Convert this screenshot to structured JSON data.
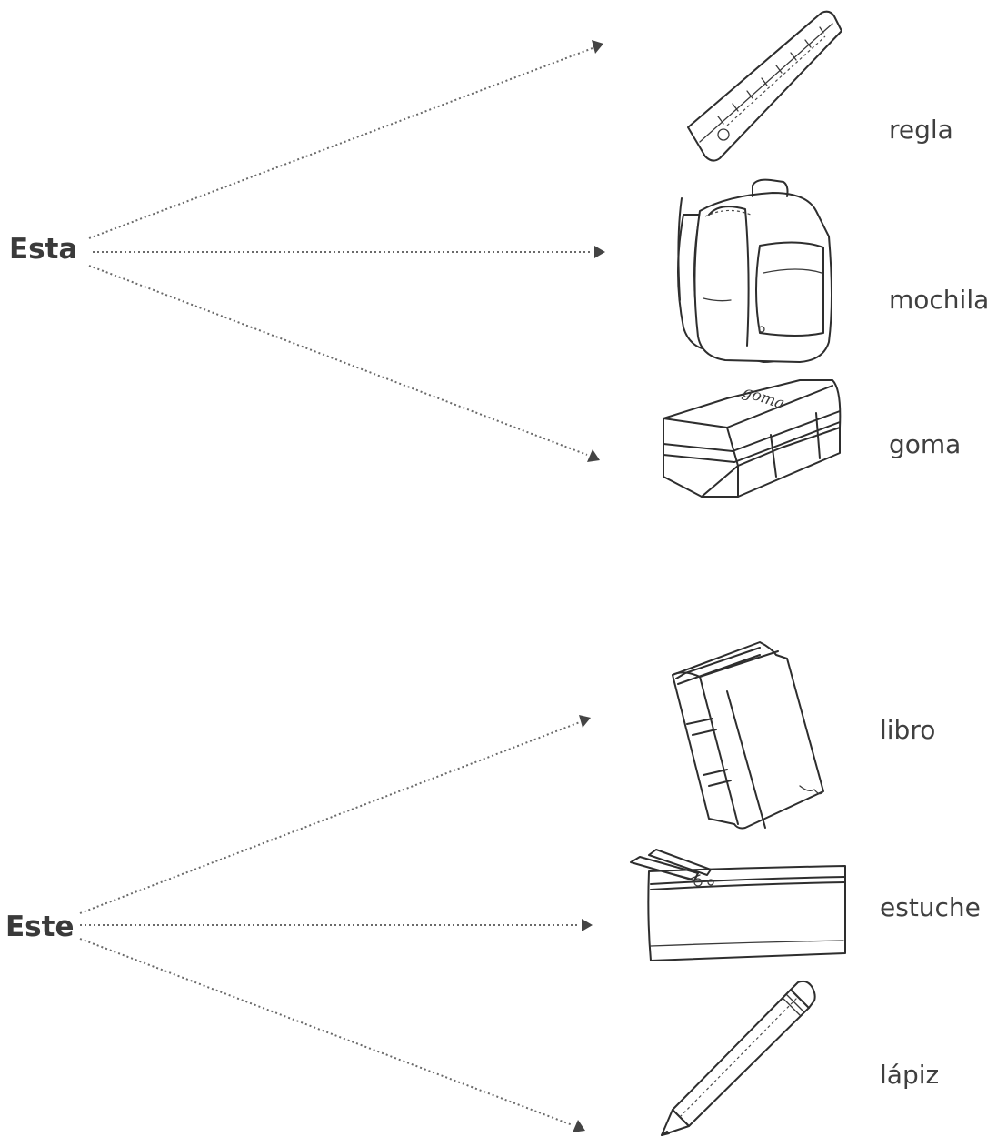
{
  "groups": [
    {
      "id": "esta",
      "stem": "Esta",
      "items": [
        {
          "word": "regla",
          "icon": "ruler-icon"
        },
        {
          "word": "mochila",
          "icon": "backpack-icon"
        },
        {
          "word": "goma",
          "icon": "eraser-icon",
          "inscription": "goma"
        }
      ]
    },
    {
      "id": "este",
      "stem": "Este",
      "items": [
        {
          "word": "libro",
          "icon": "book-icon"
        },
        {
          "word": "estuche",
          "icon": "pencil-case-icon"
        },
        {
          "word": "lápiz",
          "icon": "pencil-icon"
        }
      ]
    }
  ],
  "colors": {
    "ink": "#2e2e2e",
    "dotted_line": "#6a6a6a",
    "background": "#ffffff"
  }
}
